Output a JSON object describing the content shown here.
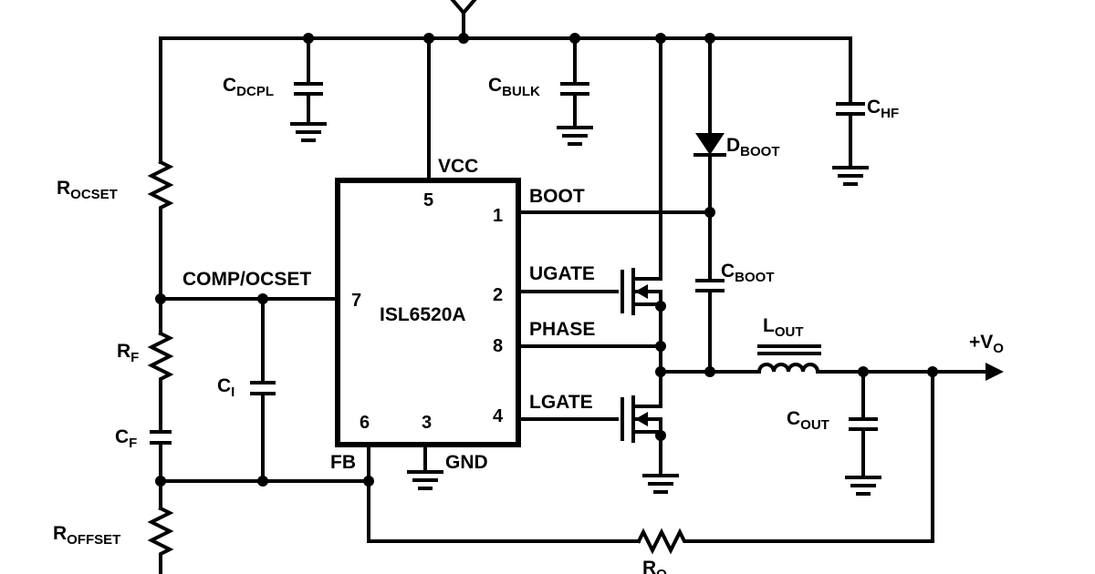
{
  "chip": {
    "name": "ISL6520A"
  },
  "pins": {
    "vcc": {
      "num": "5",
      "label": "VCC"
    },
    "boot": {
      "num": "1",
      "label": "BOOT"
    },
    "ugate": {
      "num": "2",
      "label": "UGATE"
    },
    "phase": {
      "num": "8",
      "label": "PHASE"
    },
    "lgate": {
      "num": "4",
      "label": "LGATE"
    },
    "comp": {
      "num": "7",
      "label": "COMP/OCSET"
    },
    "fb": {
      "num": "6",
      "label": "FB"
    },
    "gnd": {
      "num": "3",
      "label": "GND"
    }
  },
  "components": {
    "c_dcpl": {
      "main": "C",
      "sub": "DCPL"
    },
    "c_bulk": {
      "main": "C",
      "sub": "BULK"
    },
    "c_hf": {
      "main": "C",
      "sub": "HF"
    },
    "d_boot": {
      "main": "D",
      "sub": "BOOT"
    },
    "c_boot": {
      "main": "C",
      "sub": "BOOT"
    },
    "l_out": {
      "main": "L",
      "sub": "OUT"
    },
    "c_out": {
      "main": "C",
      "sub": "OUT"
    },
    "r_ocset": {
      "main": "R",
      "sub": "OCSET"
    },
    "r_f": {
      "main": "R",
      "sub": "F"
    },
    "c_f": {
      "main": "C",
      "sub": "F"
    },
    "c_i": {
      "main": "C",
      "sub": "I"
    },
    "r_offset": {
      "main": "R",
      "sub": "OFFSET"
    },
    "r_o": {
      "main": "R",
      "sub": "O"
    }
  },
  "output": {
    "main": "+V",
    "sub": "O"
  }
}
